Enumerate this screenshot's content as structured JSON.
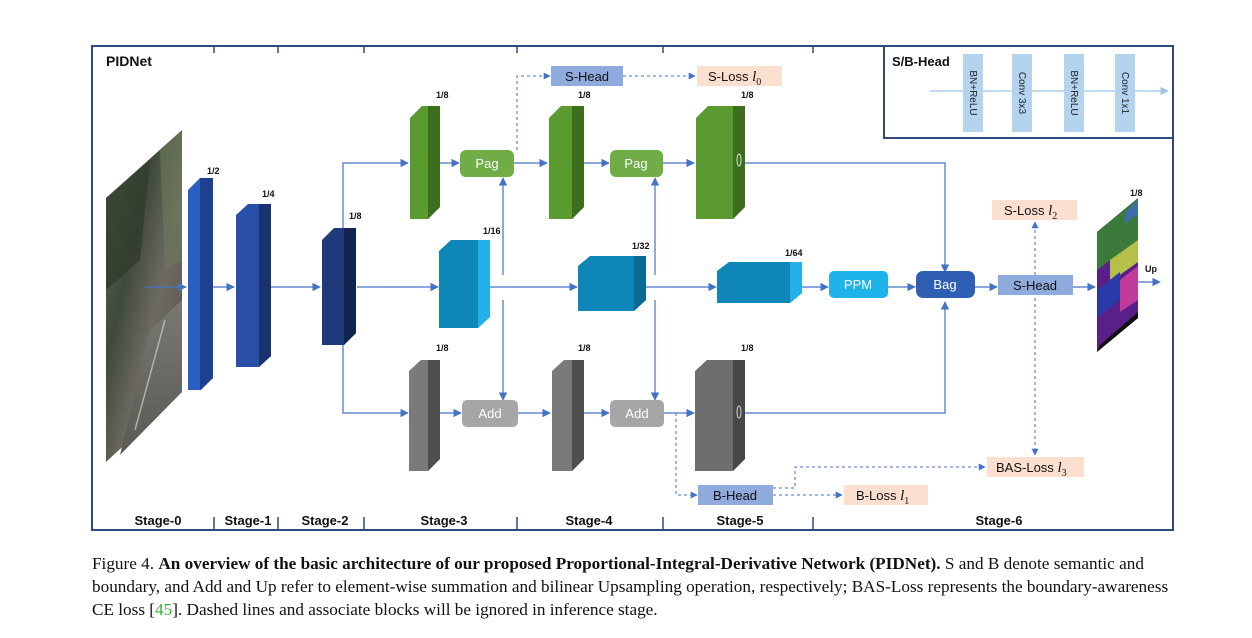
{
  "title": "PIDNet",
  "inset": {
    "title": "S/B-Head",
    "layers": [
      "BN+ReLU",
      "Conv 3x3",
      "BN+ReLU",
      "Conv 1x1"
    ]
  },
  "ratios": {
    "stage1": "1/2",
    "stage2": "1/4",
    "stage3": "1/8",
    "p_top": "1/8",
    "p_mid": "1/8",
    "p_end": "1/8",
    "i_a": "1/16",
    "i_b": "1/32",
    "i_c": "1/64",
    "d_a": "1/8",
    "d_b": "1/8",
    "d_c": "1/8",
    "output": "1/8"
  },
  "blocks": {
    "pag1": "Pag",
    "pag2": "Pag",
    "add1": "Add",
    "add2": "Add",
    "ppm": "PPM",
    "bag": "Bag",
    "s_head_top": "S-Head",
    "s_head_main": "S-Head",
    "b_head": "B-Head",
    "up": "Up"
  },
  "losses": {
    "l0": {
      "name": "S-Loss",
      "sym": "l",
      "sub": "0"
    },
    "l1": {
      "name": "B-Loss",
      "sym": "l",
      "sub": "1"
    },
    "l2": {
      "name": "S-Loss",
      "sym": "l",
      "sub": "2"
    },
    "l3": {
      "name": "BAS-Loss",
      "sym": "l",
      "sub": "3"
    }
  },
  "stages": [
    "Stage-0",
    "Stage-1",
    "Stage-2",
    "Stage-3",
    "Stage-4",
    "Stage-5",
    "Stage-6"
  ],
  "caption": {
    "fig": "Figure 4. ",
    "bold": "An overview of the basic architecture of our proposed Proportional-Integral-Derivative Network (PIDNet).",
    "text1": " S and B denote semantic and boundary, and Add and Up refer to element-wise summation and bilinear Upsampling operation, respectively; BAS-Loss represents the boundary-awareness CE loss [",
    "cite": "45",
    "text2": "]. Dashed lines and associate blocks will be ignored in inference stage."
  },
  "colors": {
    "frame": "#2f4a7c",
    "arrow": "#4472c4",
    "p_branch": "#5a9a2e",
    "i_branch": "#0e86b8",
    "d_branch": "#6e6e6e",
    "backbone": "#2b5fc4",
    "stage2_block": "#1e3a78",
    "head": "#8faadc",
    "loss": "#fbe0cf",
    "ppm": "#1fb3ec",
    "bag": "#2f5fb3",
    "pag": "#70ad47",
    "add": "#a6a6a6",
    "inset_layer": "#b4d3ee"
  }
}
